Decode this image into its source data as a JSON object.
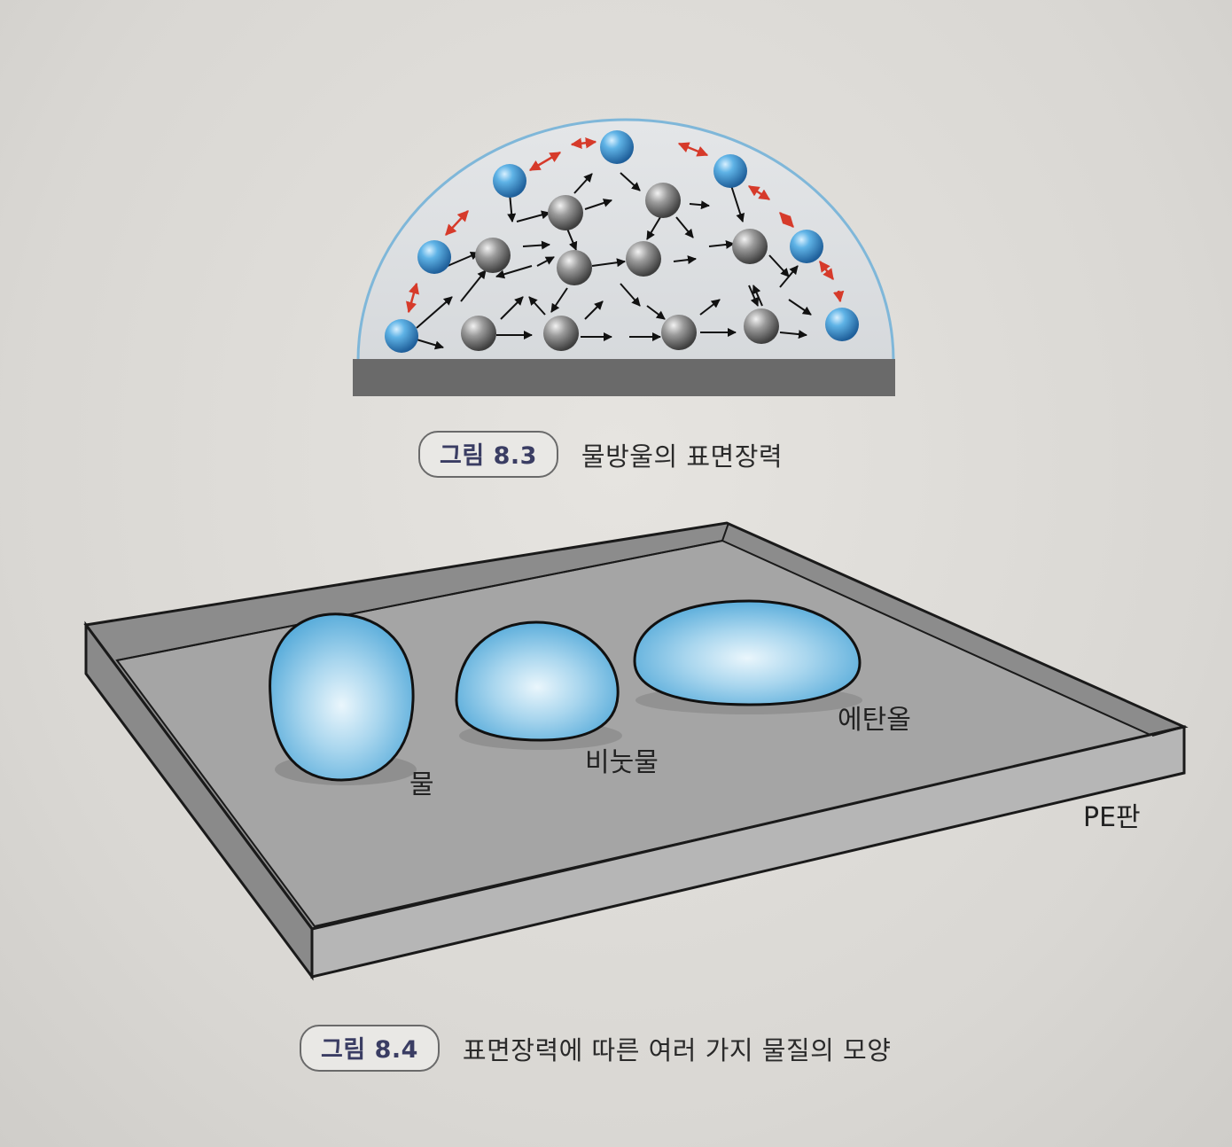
{
  "figure_8_3": {
    "badge": "그림 8.3",
    "title": "물방울의 표면장력"
  },
  "figure_8_4": {
    "badge": "그림 8.4",
    "title": "표면장력에 따른 여러 가지 물질의 모양",
    "labels": {
      "water": "물",
      "soapy_water": "비눗물",
      "ethanol": "에탄올",
      "plate": "PE판"
    }
  },
  "colors": {
    "surface_molecule": "#2f86c9",
    "interior_molecule": "#8a8a8a",
    "surface_arrow": "#d63a2a",
    "droplet": "#5fb0dc",
    "plate_top": "#a9a9a9"
  }
}
